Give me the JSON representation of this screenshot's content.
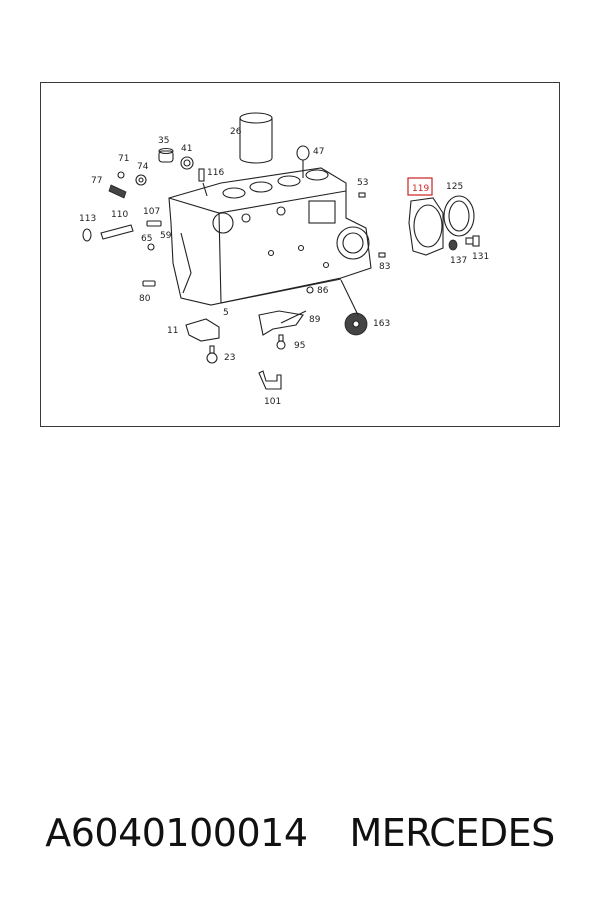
{
  "diagram": {
    "callouts": [
      "26",
      "35",
      "41",
      "71",
      "74",
      "77",
      "116",
      "47",
      "53",
      "119",
      "125",
      "113",
      "110",
      "107",
      "65",
      "59",
      "83",
      "137",
      "131",
      "80",
      "86",
      "5",
      "11",
      "89",
      "163",
      "23",
      "95",
      "101"
    ],
    "highlighted_callout": "119",
    "highlight_color": "#cc2222"
  },
  "caption": {
    "part_number": "A6040100014",
    "brand": "MERCEDES"
  }
}
